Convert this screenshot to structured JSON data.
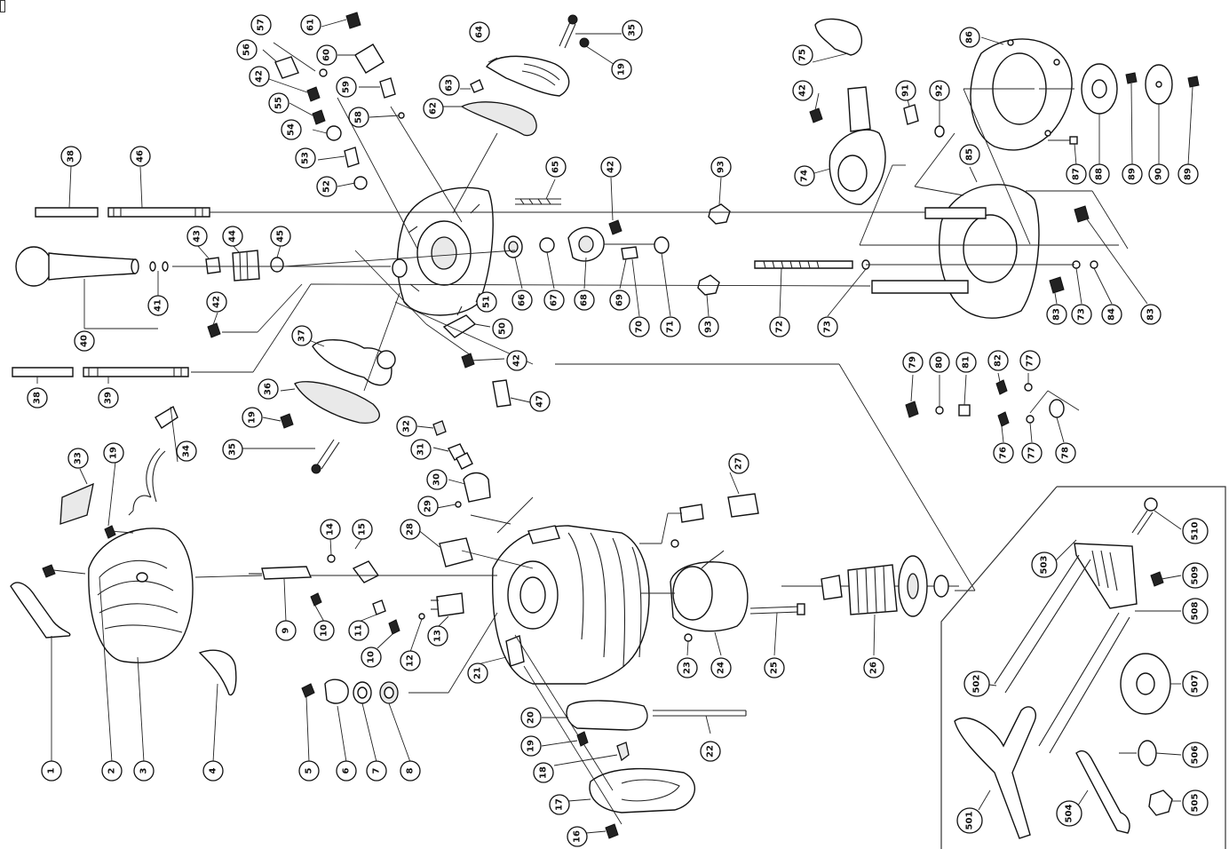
{
  "diagram": {
    "part_numbers": [
      "1",
      "2",
      "3",
      "4",
      "5",
      "6",
      "7",
      "8",
      "9",
      "10",
      "11",
      "12",
      "13",
      "14",
      "15",
      "16",
      "17",
      "18",
      "19",
      "20",
      "21",
      "22",
      "23",
      "24",
      "25",
      "26",
      "27",
      "28",
      "29",
      "30",
      "31",
      "32",
      "33",
      "34",
      "35",
      "36",
      "37",
      "38",
      "39",
      "40",
      "41",
      "42",
      "43",
      "44",
      "45",
      "46",
      "47",
      "50",
      "51",
      "52",
      "53",
      "54",
      "55",
      "56",
      "57",
      "58",
      "59",
      "60",
      "61",
      "62",
      "63",
      "64",
      "65",
      "66",
      "67",
      "68",
      "69",
      "70",
      "71",
      "72",
      "73",
      "74",
      "75",
      "76",
      "77",
      "78",
      "79",
      "80",
      "81",
      "82",
      "83",
      "84",
      "85",
      "86",
      "87",
      "88",
      "89",
      "90",
      "91",
      "92",
      "93",
      "501",
      "502",
      "503",
      "504",
      "505",
      "506",
      "507",
      "508",
      "509",
      "510"
    ],
    "accessory_kit_parts": [
      "501",
      "502",
      "503",
      "504",
      "505",
      "506",
      "507",
      "508",
      "509",
      "510"
    ]
  }
}
